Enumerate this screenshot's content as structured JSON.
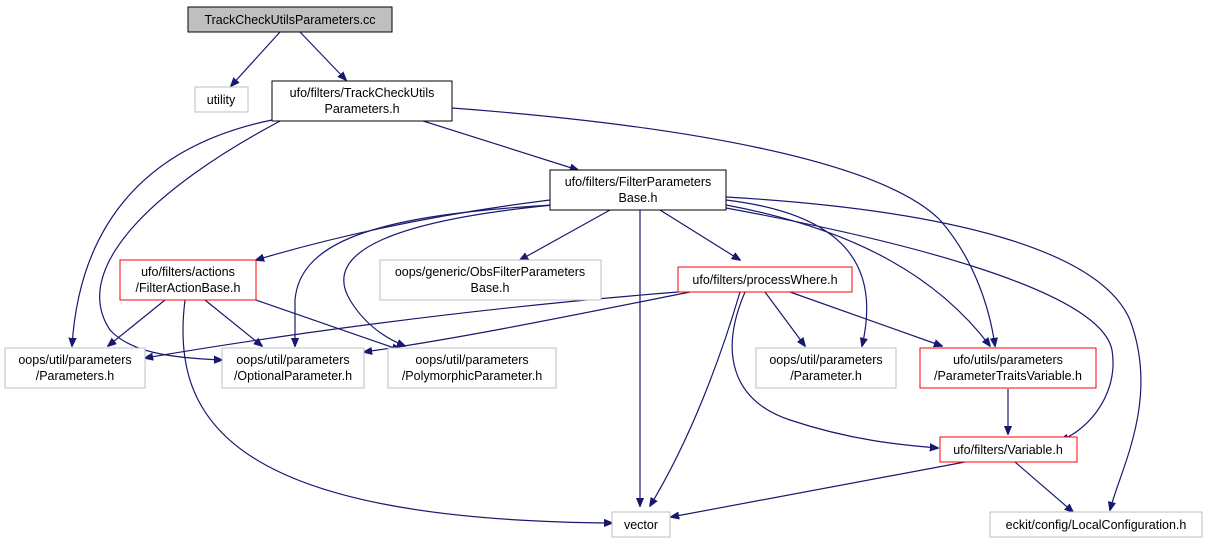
{
  "nodes": [
    {
      "id": "root",
      "lines": [
        "TrackCheckUtilsParameters.cc"
      ],
      "style": "root"
    },
    {
      "id": "utility",
      "lines": [
        "utility"
      ],
      "style": "gray"
    },
    {
      "id": "tcup",
      "lines": [
        "ufo/filters/TrackCheckUtils",
        "Parameters.h"
      ],
      "style": "black"
    },
    {
      "id": "fpb",
      "lines": [
        "ufo/filters/FilterParameters",
        "Base.h"
      ],
      "style": "black"
    },
    {
      "id": "fab",
      "lines": [
        "ufo/filters/actions",
        "/FilterActionBase.h"
      ],
      "style": "red"
    },
    {
      "id": "ofpb",
      "lines": [
        "oops/generic/ObsFilterParameters",
        "Base.h"
      ],
      "style": "gray"
    },
    {
      "id": "pw",
      "lines": [
        "ufo/filters/processWhere.h"
      ],
      "style": "red"
    },
    {
      "id": "params",
      "lines": [
        "oops/util/parameters",
        "/Parameters.h"
      ],
      "style": "gray"
    },
    {
      "id": "optp",
      "lines": [
        "oops/util/parameters",
        "/OptionalParameter.h"
      ],
      "style": "gray"
    },
    {
      "id": "polyp",
      "lines": [
        "oops/util/parameters",
        "/PolymorphicParameter.h"
      ],
      "style": "gray"
    },
    {
      "id": "param",
      "lines": [
        "oops/util/parameters",
        "/Parameter.h"
      ],
      "style": "gray"
    },
    {
      "id": "ptv",
      "lines": [
        "ufo/utils/parameters",
        "/ParameterTraitsVariable.h"
      ],
      "style": "red"
    },
    {
      "id": "var",
      "lines": [
        "ufo/filters/Variable.h"
      ],
      "style": "red"
    },
    {
      "id": "vector",
      "lines": [
        "vector"
      ],
      "style": "gray"
    },
    {
      "id": "lc",
      "lines": [
        "eckit/config/LocalConfiguration.h"
      ],
      "style": "gray"
    }
  ],
  "colors": {
    "edge": "#191970",
    "black_border": "#000000",
    "red_border": "#ff0000",
    "gray_border": "#bfbfbf",
    "root_fill": "#bfbfbf"
  }
}
